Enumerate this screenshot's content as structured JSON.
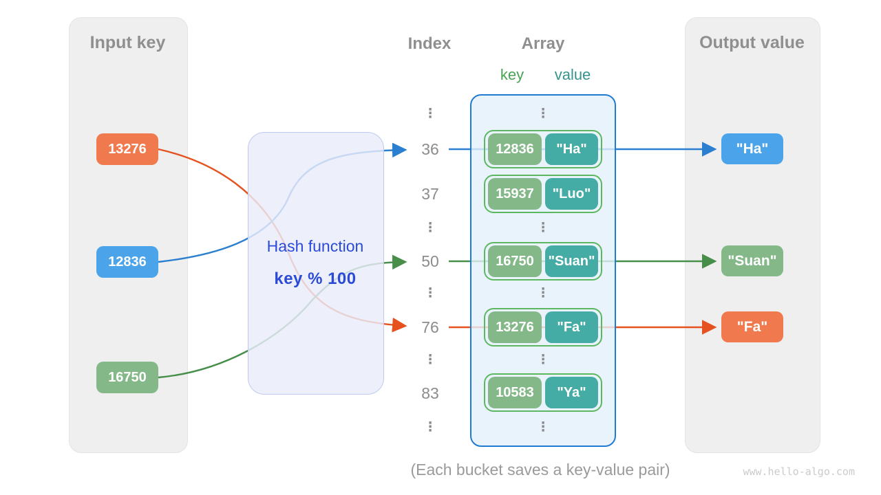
{
  "panels": {
    "input": {
      "title": "Input key"
    },
    "output": {
      "title": "Output value"
    }
  },
  "headers": {
    "index": "Index",
    "array": "Array",
    "key_label": "key",
    "value_label": "value"
  },
  "hash_function": {
    "title": "Hash function",
    "formula": "key % 100"
  },
  "input_keys": [
    {
      "label": "13276"
    },
    {
      "label": "12836"
    },
    {
      "label": "16750"
    }
  ],
  "indexes": [
    "36",
    "37",
    "50",
    "76",
    "83"
  ],
  "buckets": [
    {
      "index": "36",
      "key": "12836",
      "value": "\"Ha\""
    },
    {
      "index": "37",
      "key": "15937",
      "value": "\"Luo\""
    },
    {
      "index": "50",
      "key": "16750",
      "value": "\"Suan\""
    },
    {
      "index": "76",
      "key": "13276",
      "value": "\"Fa\""
    },
    {
      "index": "83",
      "key": "10583",
      "value": "\"Ya\""
    }
  ],
  "outputs": [
    {
      "label": "\"Ha\""
    },
    {
      "label": "\"Suan\""
    },
    {
      "label": "\"Fa\""
    }
  ],
  "caption": "(Each bucket saves a key-value pair)",
  "watermark": "www.hello-algo.com",
  "misc": {
    "vdots": "⋮"
  },
  "colors": {
    "orange": "#F0794E",
    "blue": "#4BA3E9",
    "green": "#85B888",
    "teal": "#45ACA5",
    "orange_line": "#E5521F",
    "blue_line": "#2B7FD0",
    "green_line": "#468E49",
    "key_label_green": "#4CA354",
    "value_label_teal": "#35948E"
  }
}
